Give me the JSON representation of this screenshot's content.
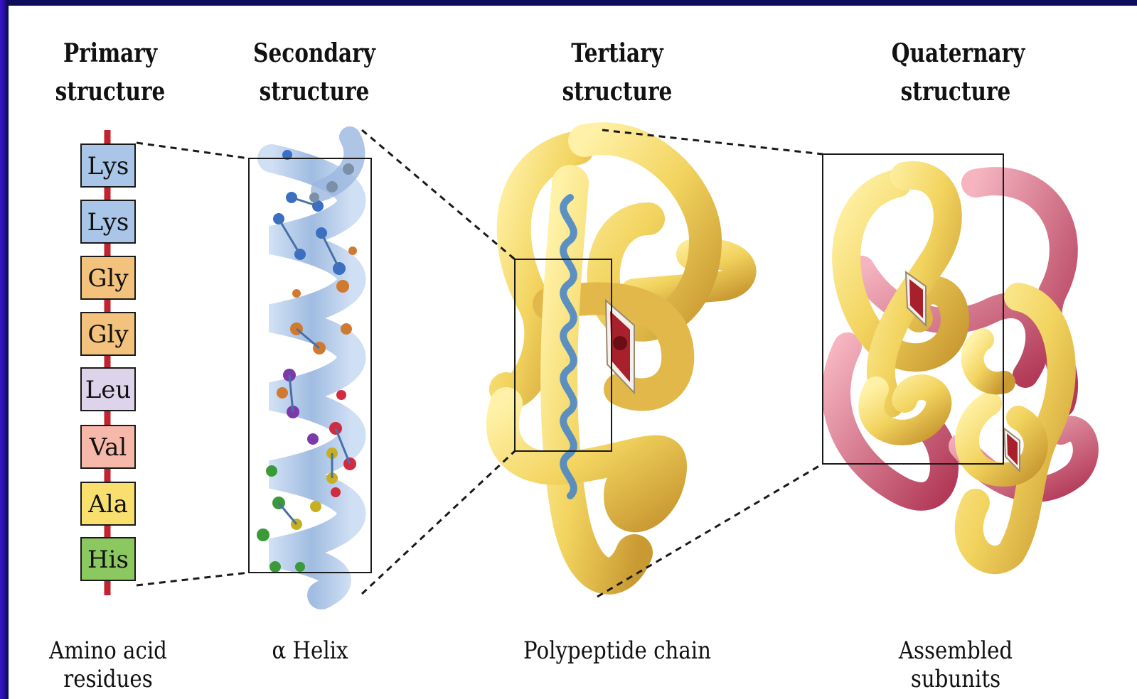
{
  "headings": {
    "primary": [
      "Primary",
      "structure"
    ],
    "secondary": [
      "Secondary",
      "structure"
    ],
    "tertiary": [
      "Tertiary",
      "structure"
    ],
    "quaternary": [
      "Quaternary",
      "structure"
    ]
  },
  "captions": {
    "primary": "Amino acid residues",
    "secondary": "α Helix",
    "tertiary": "Polypeptide chain",
    "quaternary": "Assembled subunits"
  },
  "residues": [
    {
      "label": "Lys",
      "color": "#a9c6e8"
    },
    {
      "label": "Lys",
      "color": "#a9c6e8"
    },
    {
      "label": "Gly",
      "color": "#f3c27c"
    },
    {
      "label": "Gly",
      "color": "#f3c27c"
    },
    {
      "label": "Leu",
      "color": "#ddd3ea"
    },
    {
      "label": "Val",
      "color": "#f6b8a8"
    },
    {
      "label": "Ala",
      "color": "#f8df6e"
    },
    {
      "label": "His",
      "color": "#8cc860"
    }
  ],
  "colors": {
    "background": "#ffffff",
    "slide_border": "#0d0d5c",
    "backbone": "#c0242f",
    "helix": "#8fb0dc",
    "chain_yellow": "#f2d35e",
    "chain_pink": "#d0607a",
    "heme": "#8c1a22"
  }
}
